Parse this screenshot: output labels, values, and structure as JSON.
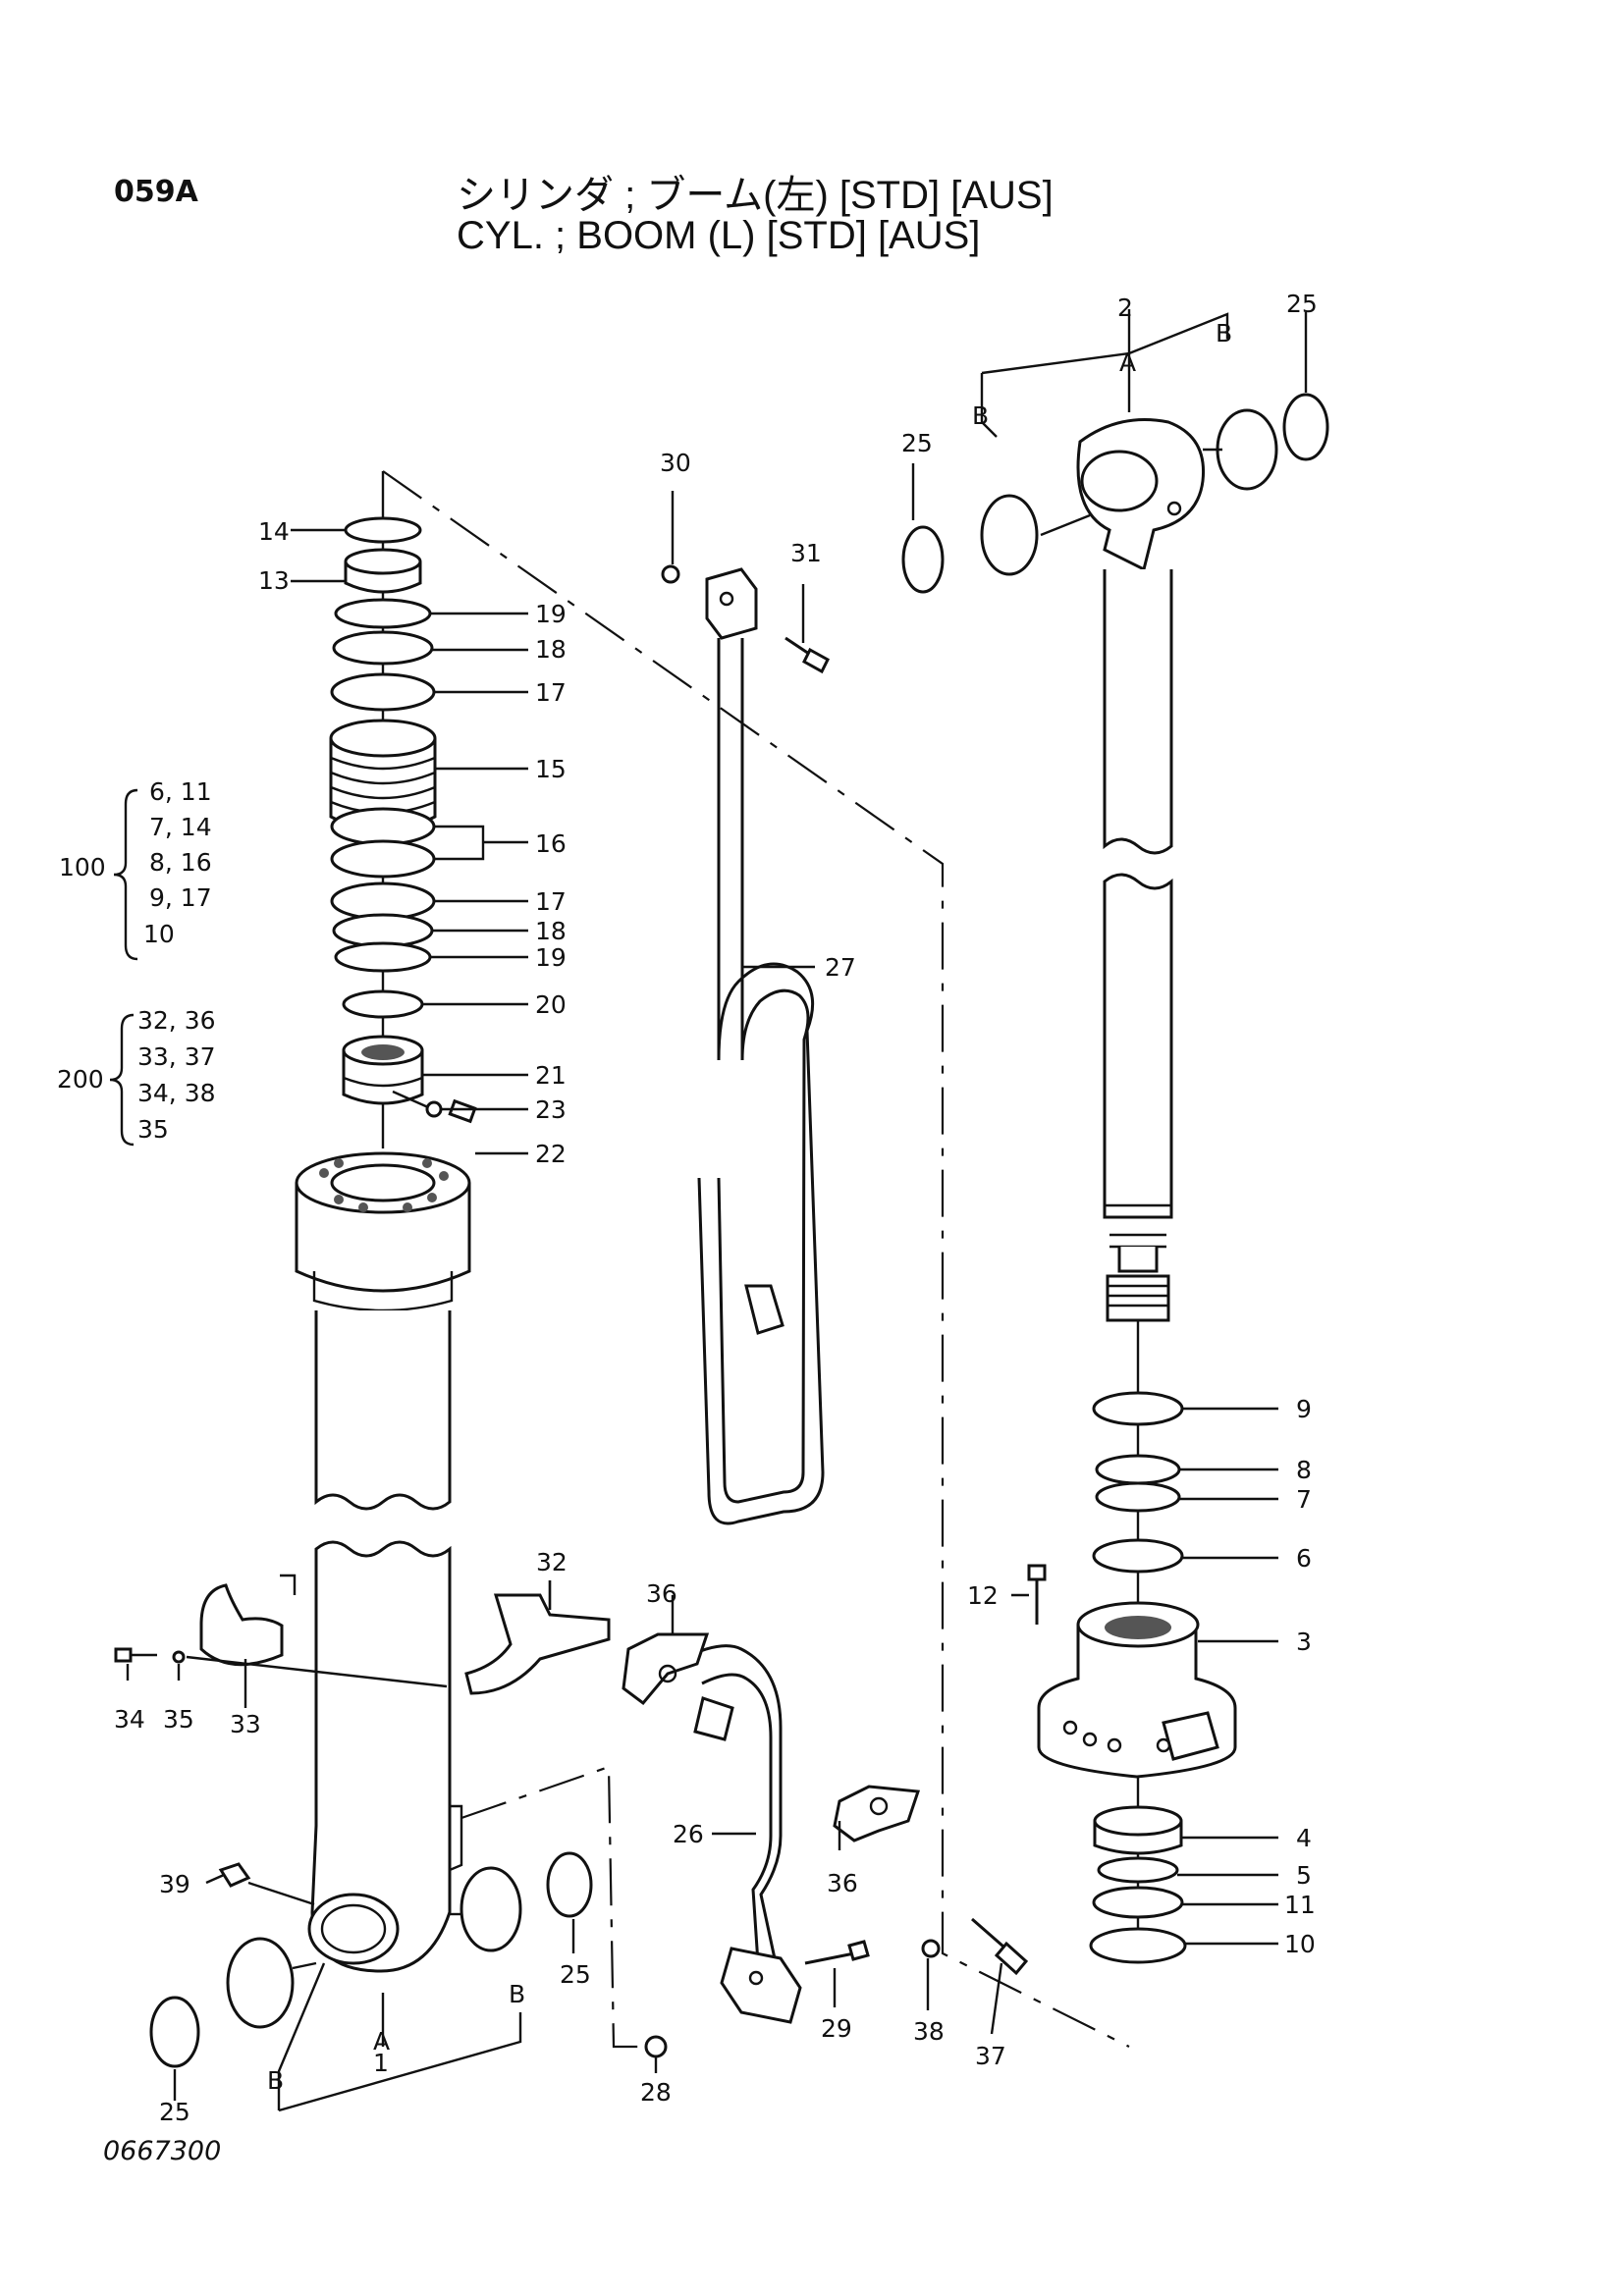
{
  "header": {
    "page_code": "059A",
    "title_jp": "シリンダ ; ブーム(左) [STD] [AUS]",
    "title_en": "CYL. ; BOOM (L) [STD] [AUS]"
  },
  "drawing_number": "0667300",
  "kits": [
    {
      "id": "100",
      "items": [
        "6, 11",
        "7, 14",
        "8, 16",
        "9, 17",
        "10"
      ]
    },
    {
      "id": "200",
      "items": [
        "32, 36",
        "33, 37",
        "34, 38",
        "35"
      ]
    }
  ],
  "callouts": {
    "p1": "1",
    "p2": "2",
    "p3": "3",
    "p4": "4",
    "p5": "5",
    "p6": "6",
    "p7": "7",
    "p8": "8",
    "p9": "9",
    "p10": "10",
    "p11": "11",
    "p12": "12",
    "p13": "13",
    "p14": "14",
    "p15": "15",
    "p16": "16",
    "p17a": "17",
    "p17b": "17",
    "p18a": "18",
    "p18b": "18",
    "p19a": "19",
    "p19b": "19",
    "p20": "20",
    "p21": "21",
    "p22": "22",
    "p23": "23",
    "p25a": "25",
    "p25b": "25",
    "p25c": "25",
    "p25d": "25",
    "p26": "26",
    "p27": "27",
    "p28": "28",
    "p29": "29",
    "p30": "30",
    "p31": "31",
    "p32": "32",
    "p33": "33",
    "p34": "34",
    "p35": "35",
    "p36a": "36",
    "p36b": "36",
    "p37": "37",
    "p38": "38",
    "p39": "39",
    "A1": "A",
    "B1": "B",
    "B2": "B",
    "A2": "A",
    "B3": "B",
    "B4": "B"
  }
}
